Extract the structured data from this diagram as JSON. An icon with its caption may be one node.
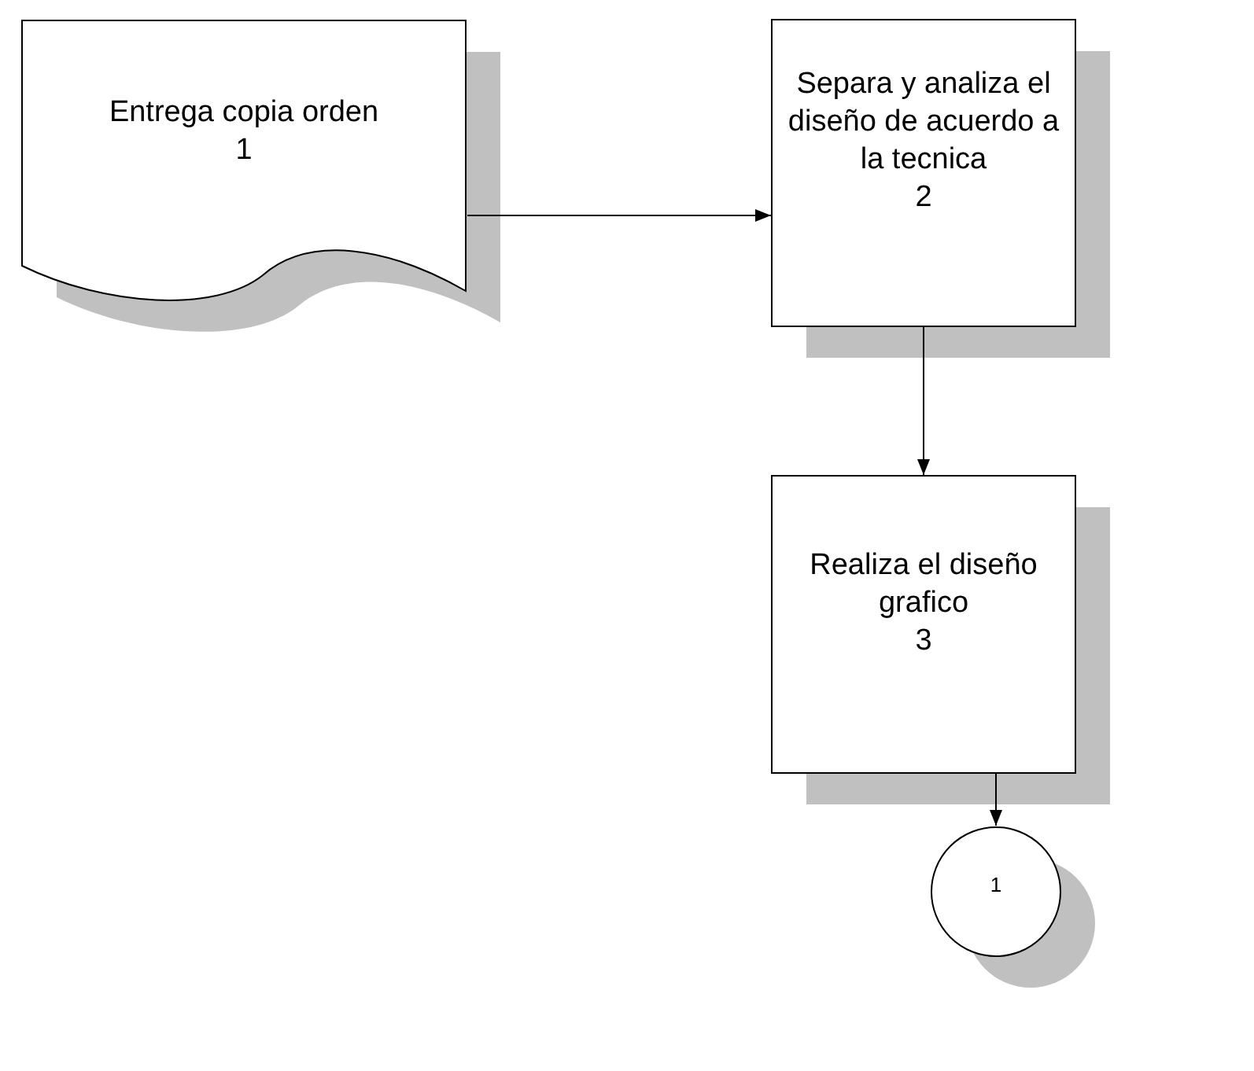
{
  "diagram": {
    "nodes": [
      {
        "text": [
          "Entrega copia orden",
          "1"
        ]
      },
      {
        "text": [
          "Separa y analiza el diseño de acuerdo a la tecnica",
          "2"
        ]
      },
      {
        "text": [
          "Realiza el diseño grafico",
          "3"
        ]
      },
      {
        "text": [
          "1"
        ]
      }
    ],
    "edges": [
      {
        "from": 0,
        "to": 1,
        "arrow": "to"
      },
      {
        "from": 1,
        "to": 2,
        "arrow": "to"
      },
      {
        "from": 2,
        "to": 3,
        "arrow": "to"
      }
    ]
  }
}
